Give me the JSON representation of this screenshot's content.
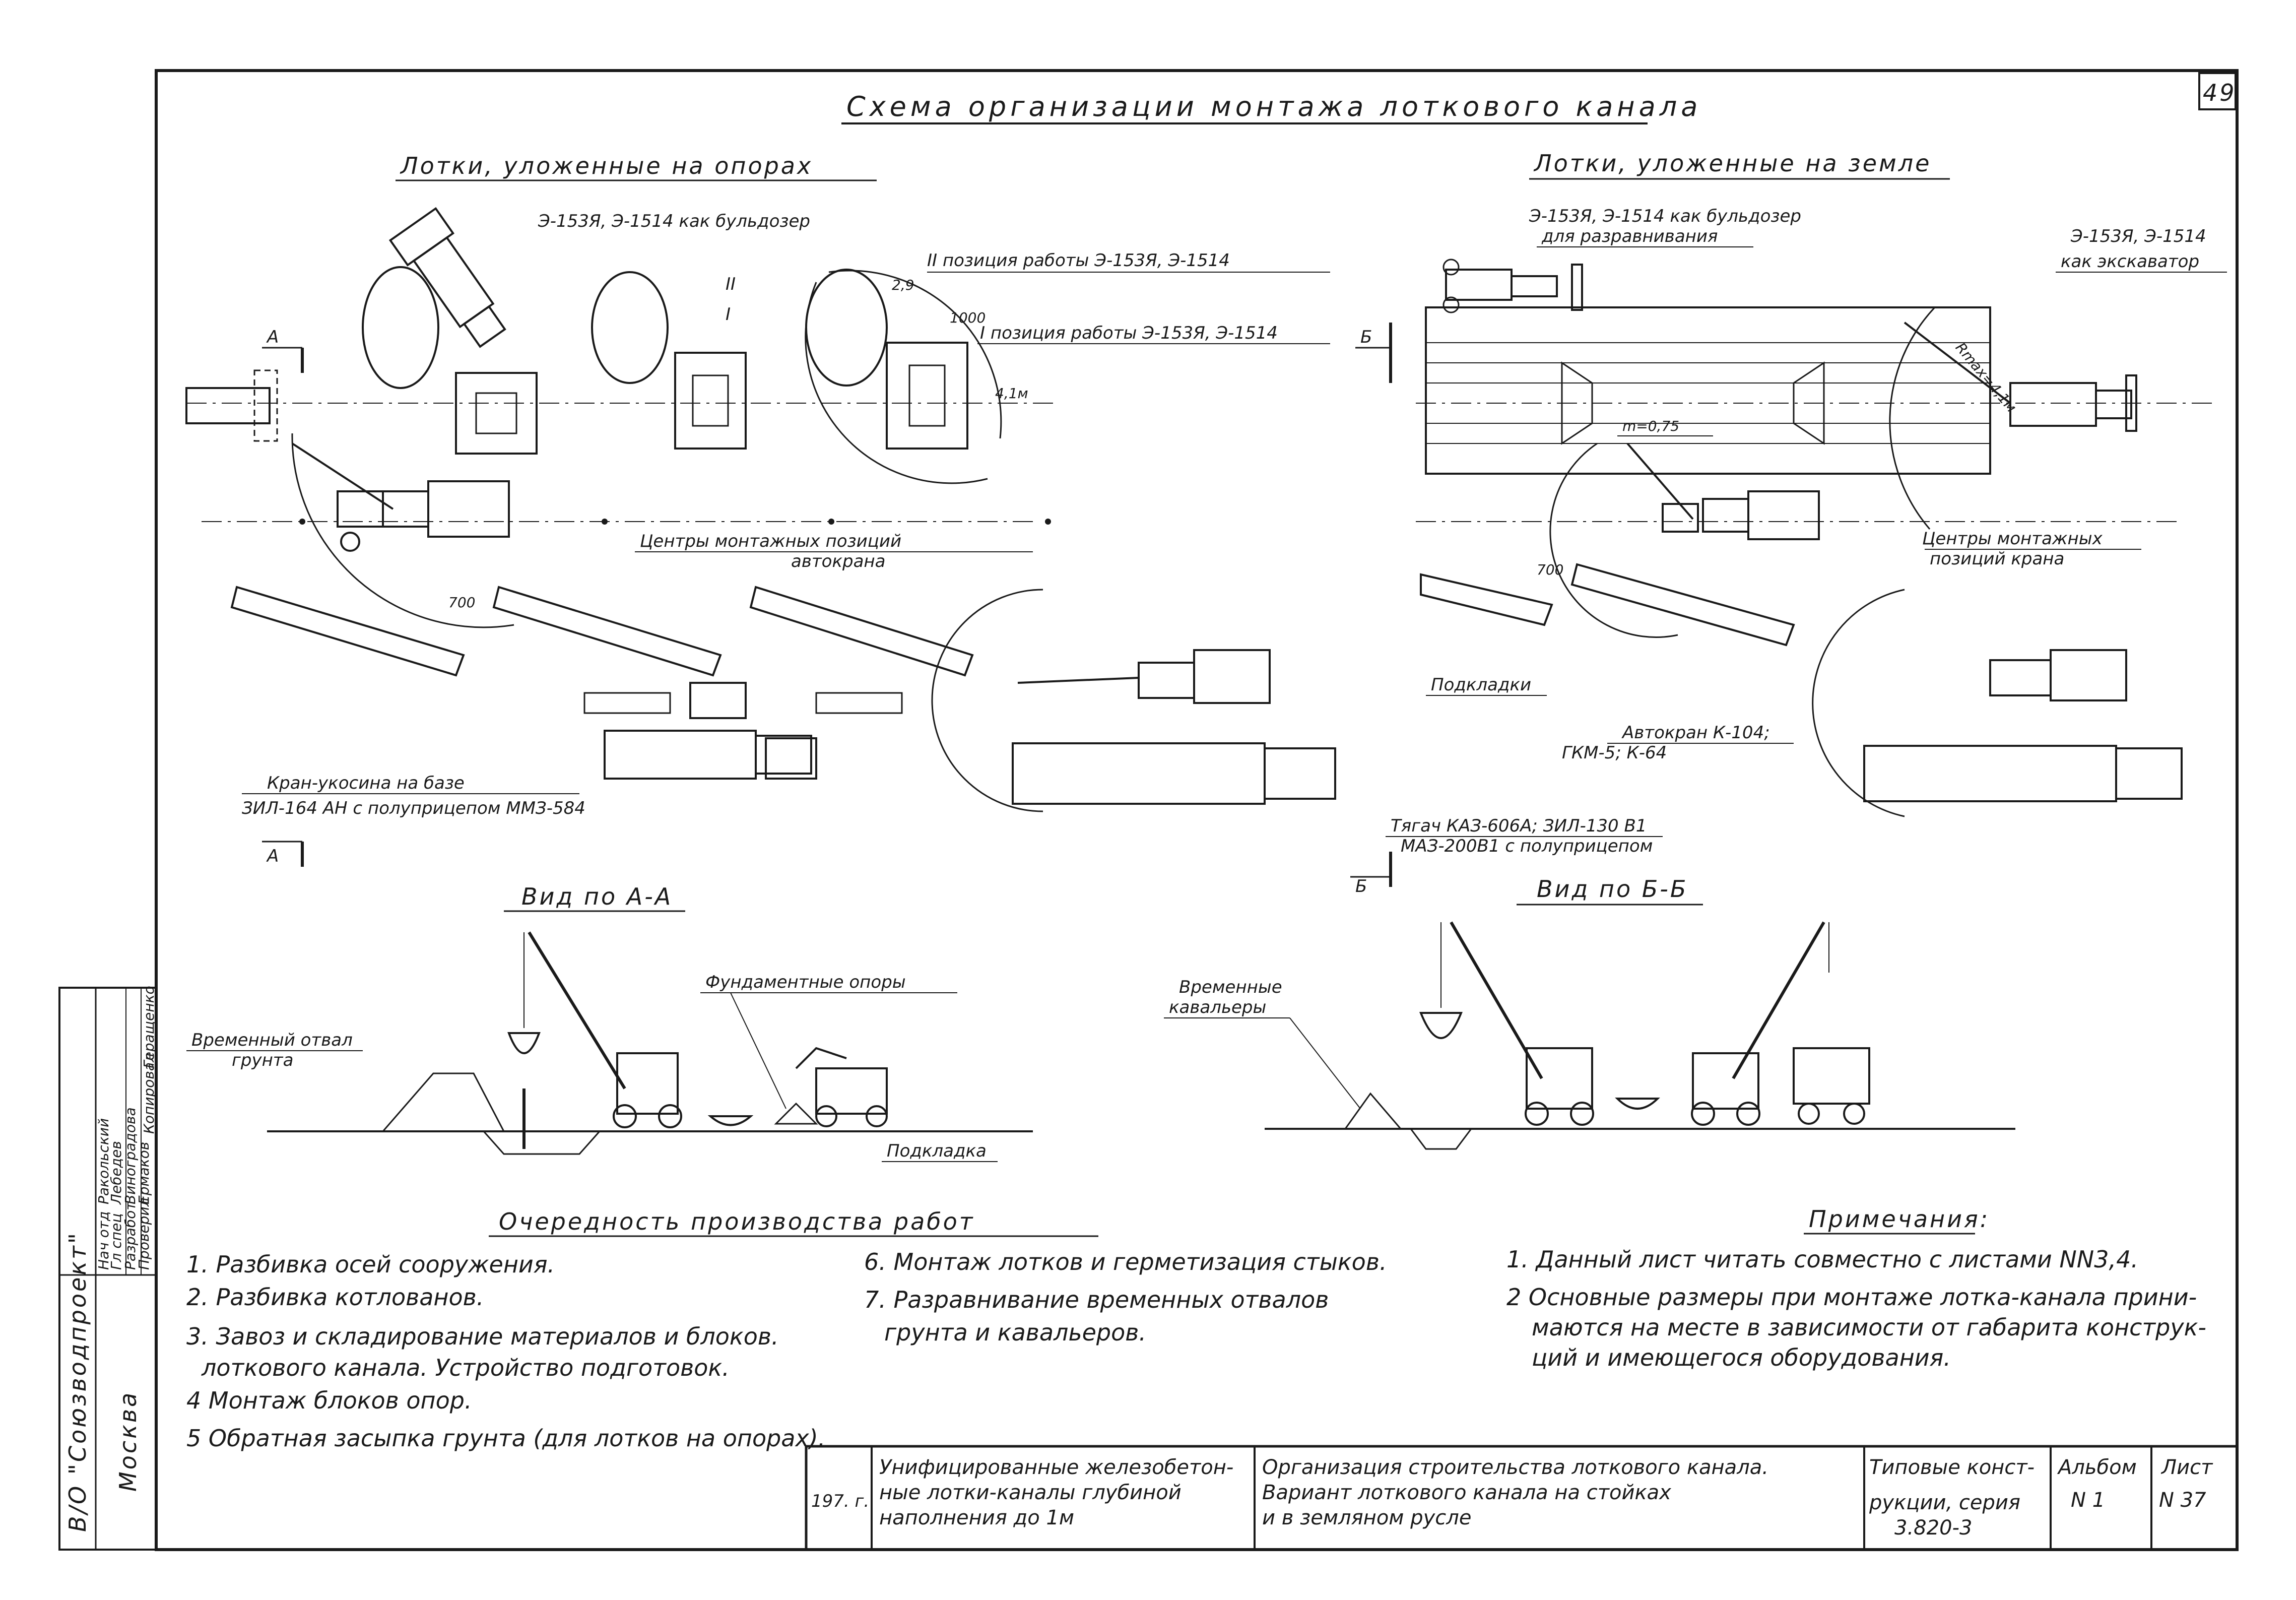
{
  "sheet_number": "49",
  "title": "Схема организации монтажа лоткового канала",
  "section_left": "Лотки, уложенные на опорах",
  "section_right": "Лотки, уложенные на земле",
  "labels_left": {
    "bulldozer": "Э-153Я, Э-1514 как бульдозер",
    "pos2": "II позиция работы Э-153Я, Э-1514",
    "pos1": "I позиция работы Э-153Я, Э-1514",
    "dim_29": "2,9",
    "dim_1000": "1000",
    "dim_41": "4,1м",
    "dim_700": "700",
    "roman_2": "II",
    "roman_1": "I",
    "cut_a": "А",
    "centers": "Центры монтажных позиций",
    "centers2": "автокрана",
    "crane_base": "Кран-укосина на базе",
    "crane_base2": "ЗИЛ-164 АН с полуприцепом ММЗ-584"
  },
  "labels_right": {
    "bulldozer": "Э-153Я, Э-1514 как бульдозер",
    "bulldozer2": "для разравнивания",
    "excavator": "Э-153Я, Э-1514",
    "excavator2": "как экскаватор",
    "rmax": "Rmax=4,1м",
    "m": "m=0,75",
    "dim_700": "700",
    "cut_b": "Б",
    "centers": "Центры монтажных",
    "centers2": "позиций крана",
    "pads": "Подкладки",
    "autocrane": "Автокран К-104;",
    "autocrane2": "ГКМ-5; К-64",
    "tractor": "Тягач КАЗ-606А; ЗИЛ-130 В1",
    "tractor2": "МАЗ-200В1 с полуприцепом"
  },
  "view_aa": {
    "title": "Вид по А-А",
    "spoil": "Временный отвал",
    "spoil2": "грунта",
    "foundations": "Фундаментные опоры",
    "pad": "Подкладка"
  },
  "view_bb": {
    "title": "Вид по Б-Б",
    "cavaliers": "Временные",
    "cavaliers2": "кавальеры"
  },
  "sequence": {
    "title": "Очередность производства работ",
    "col1": [
      "1. Разбивка осей сооружения.",
      "2. Разбивка котлованов.",
      "3. Завоз и складирование материалов и блоков.",
      "лоткового канала. Устройство подготовок.",
      "4 Монтаж блоков опор.",
      "5 Обратная засыпка грунта (для лотков на опорах)."
    ],
    "col2": [
      "6. Монтаж лотков и герметизация стыков.",
      "7. Разравнивание временных отвалов",
      "грунта и кавальеров."
    ]
  },
  "notes": {
    "title": "Примечания:",
    "items": [
      "1. Данный лист читать совместно с листами NN3,4.",
      "2 Основные размеры при монтаже лотка-канала прини-",
      "маются на месте в зависимости от габарита конструк-",
      "ций и имеющегося оборудования."
    ]
  },
  "stamp": {
    "org": "В/О \"Союзводпроект\"",
    "city": "Москва",
    "rows": [
      [
        "Нач отд",
        "Ракольский"
      ],
      [
        "Гл спец",
        "Лебедев"
      ],
      [
        "Разработ",
        "Виноградова"
      ],
      [
        "Проверил",
        "Ермаков"
      ],
      [
        "Копировал",
        "Геращенко"
      ]
    ]
  },
  "title_block": {
    "year": "197. г.",
    "series_title": [
      "Унифицированные железобетон-",
      "ные лотки-каналы глубиной",
      "наполнения до 1м"
    ],
    "sheet_title": [
      "Организация строительства лоткового канала.",
      "Вариант лоткового канала на стойках",
      "и в земляном русле"
    ],
    "typical": [
      "Типовые конст-",
      "рукции, серия",
      "3.820-3"
    ],
    "album_label": "Альбом",
    "album_value": "N 1",
    "sheet_label": "Лист",
    "sheet_value": "N 37"
  }
}
